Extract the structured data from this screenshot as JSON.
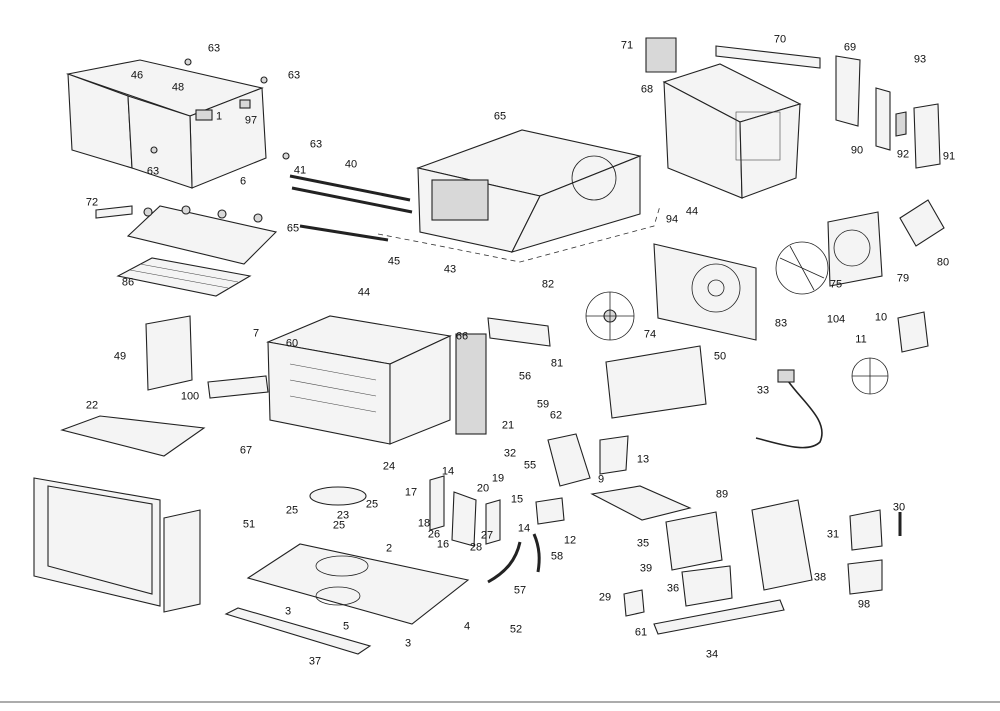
{
  "callouts": [
    "63",
    "46",
    "63",
    "48",
    "1",
    "97",
    "63",
    "63",
    "6",
    "40",
    "41",
    "72",
    "65",
    "86",
    "45",
    "43",
    "44",
    "7",
    "60",
    "66",
    "49",
    "56",
    "100",
    "59",
    "21",
    "22",
    "62",
    "67",
    "24",
    "32",
    "55",
    "13",
    "9",
    "17",
    "14",
    "20",
    "19",
    "15",
    "25",
    "23",
    "25",
    "25",
    "18",
    "26",
    "27",
    "16",
    "28",
    "14",
    "12",
    "51",
    "2",
    "57",
    "58",
    "3",
    "5",
    "4",
    "52",
    "3",
    "37",
    "71",
    "70",
    "69",
    "93",
    "68",
    "65",
    "94",
    "44",
    "90",
    "92",
    "91",
    "80",
    "79",
    "75",
    "82",
    "74",
    "83",
    "104",
    "10",
    "81",
    "50",
    "11",
    "33",
    "89",
    "30",
    "35",
    "31",
    "39",
    "38",
    "36",
    "29",
    "61",
    "98",
    "34"
  ]
}
